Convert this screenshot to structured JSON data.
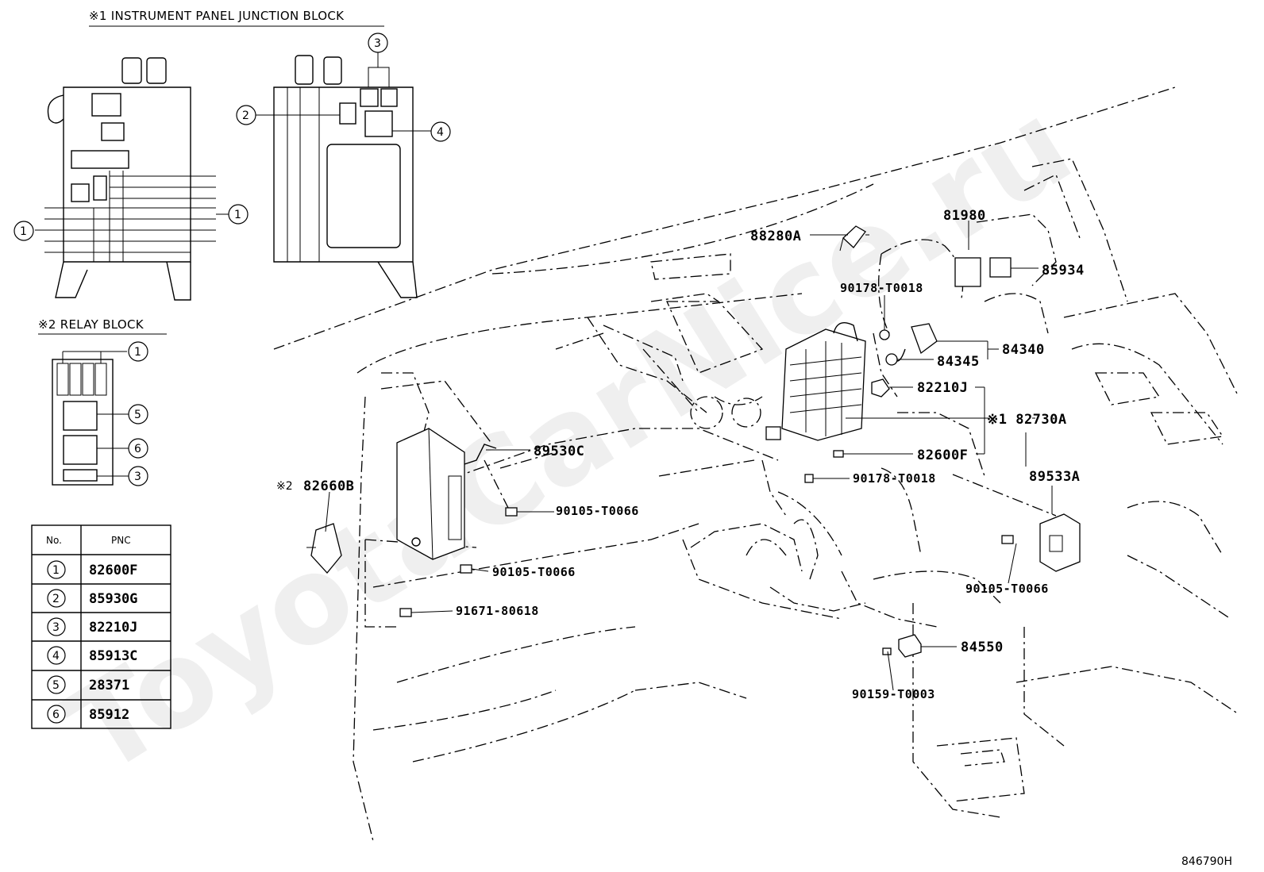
{
  "sections": {
    "junction_block_title": "※1 INSTRUMENT PANEL JUNCTION BLOCK",
    "relay_block_title": "※2 RELAY BLOCK"
  },
  "table": {
    "headers": [
      "No.",
      "PNC"
    ],
    "rows": [
      {
        "no": "1",
        "pnc": "82600F"
      },
      {
        "no": "2",
        "pnc": "85930G"
      },
      {
        "no": "3",
        "pnc": "82210J"
      },
      {
        "no": "4",
        "pnc": "85913C"
      },
      {
        "no": "5",
        "pnc": "28371"
      },
      {
        "no": "6",
        "pnc": "85912"
      }
    ]
  },
  "callouts": {
    "jb_1a": "1",
    "jb_1b": "1",
    "jb_2": "2",
    "jb_3": "3",
    "jb_4": "4",
    "rb_1": "1",
    "rb_5": "5",
    "rb_6": "6",
    "rb_3": "3"
  },
  "parts": {
    "p81980": "81980",
    "p85934": "85934",
    "p88280A": "88280A",
    "p90178_a": "90178-T0018",
    "p84340": "84340",
    "p84345": "84345",
    "p82210J": "82210J",
    "p82730A": "※1 82730A",
    "p89530C": "89530C",
    "p82600F": "82600F",
    "p90178_b": "90178-T0018",
    "p89533A": "89533A",
    "p82660B_mark": "※2",
    "p82660B": "82660B",
    "p90105_a": "90105-T0066",
    "p90105_b": "90105-T0066",
    "p90105_c": "90105-T0066",
    "p91671": "91671-80618",
    "p84550": "84550",
    "p90159": "90159-T0003"
  },
  "diagram_code": "846790H",
  "watermark": "ToyotaCarNice.ru"
}
